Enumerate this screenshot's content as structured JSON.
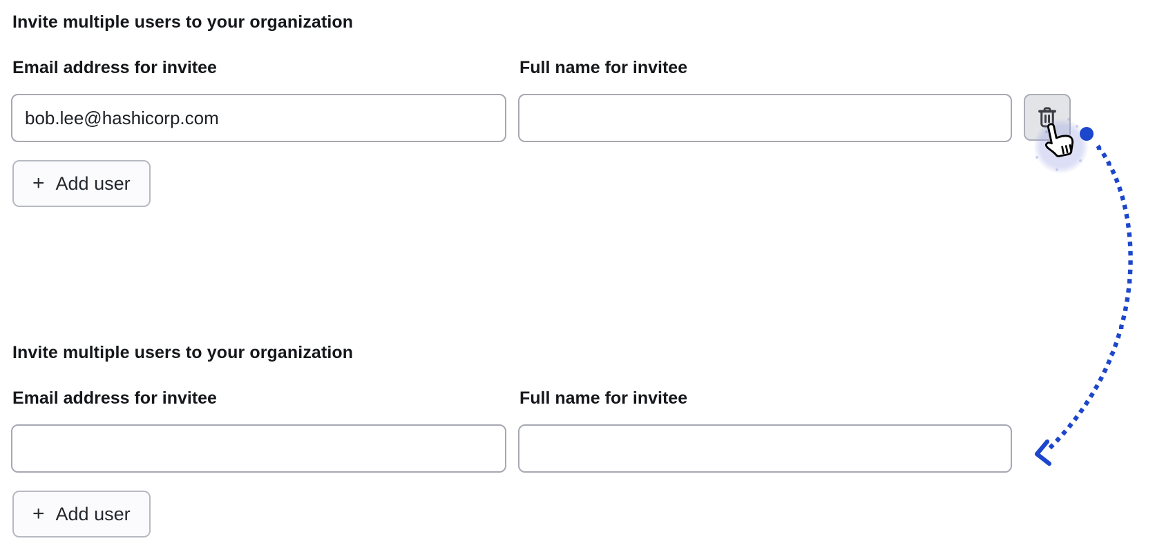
{
  "colors": {
    "accent_blue": "#1c46cb",
    "text": "#15171b",
    "input_border": "#a6a8b1",
    "add_button_bg": "#fbfbfd",
    "add_button_border": "#b7b9c2",
    "trash_button_bg": "#e3e4e8",
    "trash_button_border": "#abadb6",
    "trash_icon_color": "#3b3e44",
    "click_halo": "#dfe2f7"
  },
  "sections": {
    "before": {
      "heading": "Invite multiple users to your organization",
      "email_label": "Email address for invitee",
      "email_value": "bob.lee@hashicorp.com",
      "name_label": "Full name for invitee",
      "name_value": "",
      "add_button": {
        "plus": "+",
        "label": "Add user"
      }
    },
    "after": {
      "heading": "Invite multiple users to your organization",
      "email_label": "Email address for invitee",
      "email_value": "",
      "name_label": "Full name for invitee",
      "name_value": "",
      "add_button": {
        "plus": "+",
        "label": "Add user"
      }
    }
  },
  "annotation": {
    "start_dot_icon": "click-origin-dot",
    "arrow_icon": "dotted-arc-arrow",
    "cursor_icon": "hand-pointer-cursor",
    "delete_icon": "trash-icon"
  }
}
